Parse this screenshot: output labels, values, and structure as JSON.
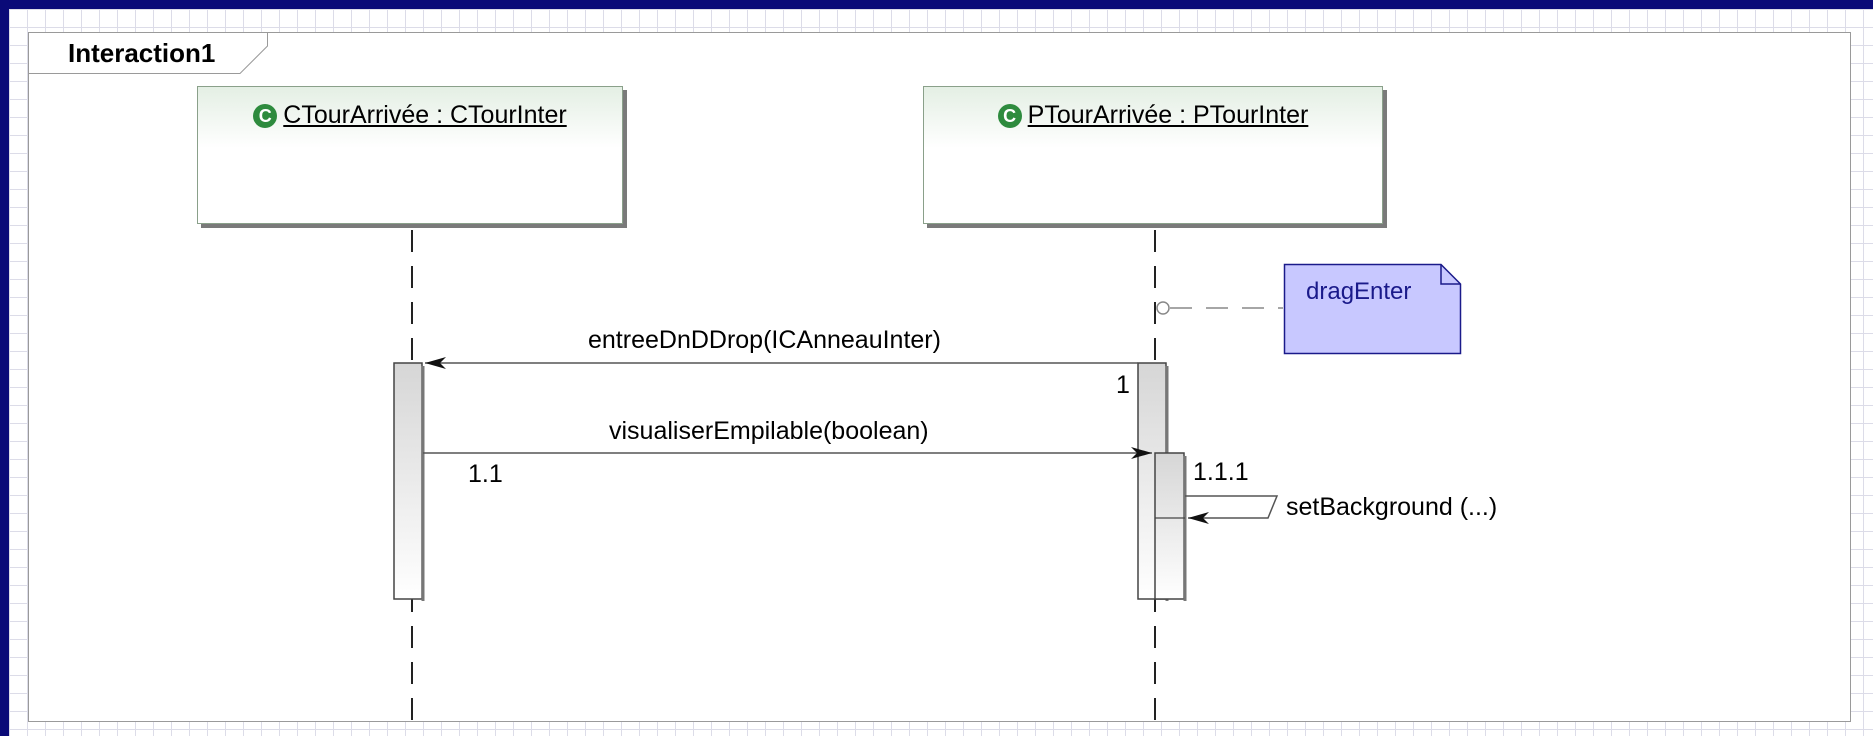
{
  "frame": {
    "title": "Interaction1"
  },
  "lifelines": [
    {
      "name": "CTourArrivée : CTourInter",
      "icon": "class-icon"
    },
    {
      "name": "PTourArrivée : PTourInter",
      "icon": "class-icon"
    }
  ],
  "messages": [
    {
      "label": "entreeDnDDrop(ICAnneauInter)",
      "number": "1"
    },
    {
      "label": "visualiserEmpilable(boolean)",
      "number": "1.1"
    },
    {
      "label": "setBackground (...)",
      "number": "1.1.1"
    }
  ],
  "note": {
    "text": "dragEnter"
  },
  "colors": {
    "background": "#0a0a78",
    "lifeline_icon": "#2e8b3e",
    "note_fill": "#c8c8ff",
    "note_border": "#1a1a8a"
  }
}
